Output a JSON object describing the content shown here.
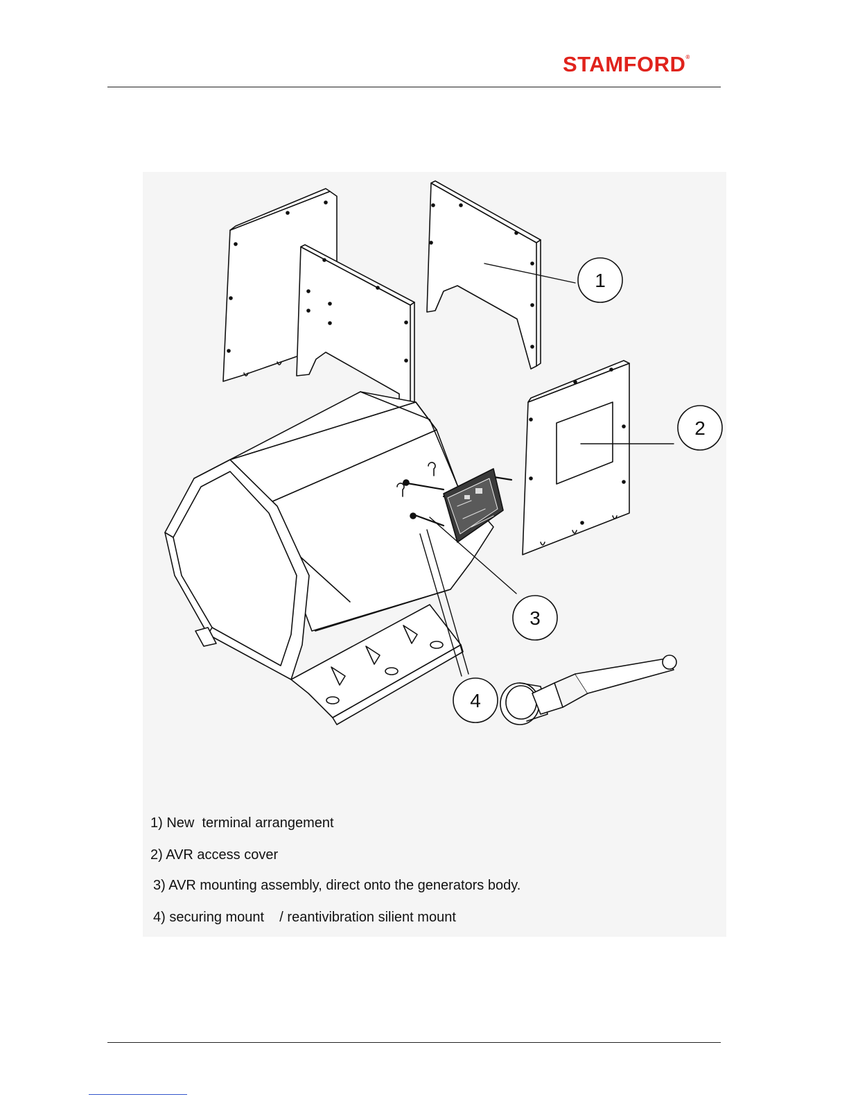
{
  "header": {
    "brand": "STAMFORD",
    "brand_mark": "®",
    "brand_color": "#e0231c"
  },
  "callouts": [
    "1",
    "2",
    "3",
    "4"
  ],
  "legend": [
    "1) New  terminal arrangement",
    "2) AVR access cover",
    "3) AVR mounting assembly, direct onto the generators body.",
    "4) securing mount    / reantivibration silient mount"
  ],
  "colors": {
    "line": "#111111",
    "panel": "#f5f5f5",
    "avr_board": "#3a3a3a"
  }
}
